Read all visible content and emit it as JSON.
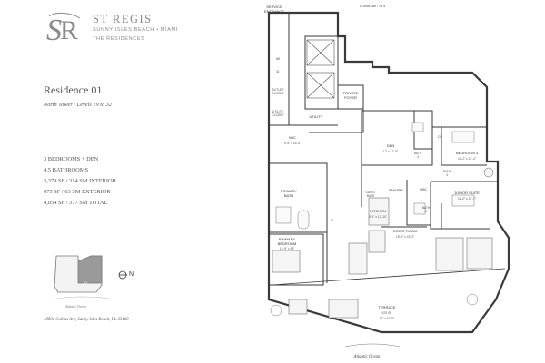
{
  "brand": {
    "name": "ST REGIS",
    "location": "SUNNY ISLES BEACH • MIAMI",
    "subtitle": "THE RESIDENCES"
  },
  "residence": {
    "title": "Residence 01",
    "tower": "North Tower / Levels 19 to 32"
  },
  "specs": [
    "3 BEDROOMS + DEN",
    "4.5 BATHROOMS",
    "3,379 SF / 314 SM INTERIOR",
    "675 SF / 63 SM EXTERIOR",
    "4,054 SF / 377 SM TOTAL"
  ],
  "keyplan": {
    "unit": "01",
    "compass": "N",
    "ocean": "Atlantic Ocean"
  },
  "address": "18801 Collins Ave, Sunny Isles Beach, FL 33160",
  "plan": {
    "street": "Collins Ave / A1A",
    "service_entrance_1": "SERVICE",
    "service_entrance_2": "ENTRANCE",
    "w": "W",
    "d": "D",
    "butler_1": "BUTLER",
    "butler_2": "CLOSET",
    "utility_1": "UTILITY",
    "utility_2": "CLOSET",
    "utility": "UTILITY",
    "private_1": "PRIVATE",
    "private_2": "FOYER",
    "wic": "WIC",
    "wic_dim": "9'-5\" x 18'-5\"",
    "den": "DEN",
    "den_dim": "12' x 12'-9\"",
    "cl": "CL",
    "bath4_1": "BATH",
    "bath4_2": "4",
    "bedroom3": "BEDROOM 3",
    "bedroom3_dim": "11'-2\" x 12'-4\"",
    "bath3_1": "BATH",
    "bath3_2": "3",
    "pantry": "PANTRY",
    "guest_1": "GUEST",
    "guest_2": "BATH",
    "wic2": "WIC",
    "junior_suite": "JUNIOR SUITE",
    "junior_dim": "11'-2\" x 13'-7\"",
    "bath2_1": "BATH",
    "bath2_2": "2",
    "primary_bath_1": "PRIMARY",
    "primary_bath_2": "BATH",
    "kitchen": "KITCHEN",
    "kitchen_dim": "8'-4\" x 12'-10\"",
    "great_room": "GREAT ROOM",
    "great_room_dim": "18'-9\" x 41'-3\"",
    "primary_bedroom_1": "PRIMARY",
    "primary_bedroom_2": "BEDROOM",
    "primary_bedroom_dim": "14'-9\" x 18'",
    "terrace": "TERRACE",
    "terrace_area": "675 SF",
    "terrace_dim": "12' x 61'-9\"",
    "ocean": "Atlantic Ocean"
  },
  "colors": {
    "wall": "#3a3a3a",
    "brand_gray": "#8a8a8a",
    "unit_fill": "#9a9a9a"
  }
}
